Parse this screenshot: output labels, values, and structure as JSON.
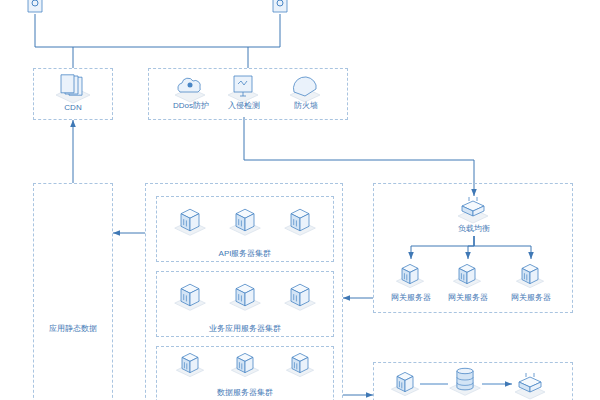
{
  "diagram": {
    "nodes": [
      {
        "text": [
          "CDN"
        ]
      },
      {
        "text": []
      },
      {
        "text": [
          "DDos防护"
        ],
        "in": 1
      },
      {
        "text": [
          "入侵检测"
        ],
        "in": 1
      },
      {
        "text": [
          "防火墙"
        ],
        "in": 1
      },
      {
        "text": [
          "应用静态数据"
        ]
      },
      {
        "text": []
      },
      {
        "text": [
          "API服务器集群"
        ],
        "in": 6
      },
      {
        "text": [
          "业务应用服务器集群"
        ],
        "in": 6
      },
      {
        "text": [
          "数据服务器集群"
        ],
        "in": 6
      },
      {
        "text": []
      },
      {
        "text": [
          "负载均衡"
        ],
        "in": 10
      },
      {
        "text": [
          "网关服务器"
        ],
        "in": 10
      },
      {
        "text": [
          "网关服务器"
        ],
        "in": 10
      },
      {
        "text": [
          "网关服务器"
        ],
        "in": 10
      },
      {
        "text": []
      }
    ],
    "edges": [
      {
        "from": 3,
        "to": 11,
        "arrow": "to"
      },
      {
        "from": 11,
        "to": 12,
        "arrow": "to"
      },
      {
        "from": 11,
        "to": 13,
        "arrow": "to"
      },
      {
        "from": 11,
        "to": 14,
        "arrow": "to"
      },
      {
        "from": 10,
        "to": 6,
        "arrow": "to"
      },
      {
        "from": 6,
        "to": 5,
        "arrow": "to"
      },
      {
        "from": 5,
        "to": 0,
        "arrow": "to"
      },
      {
        "from": 6,
        "to": 15,
        "arrow": "to"
      }
    ]
  }
}
